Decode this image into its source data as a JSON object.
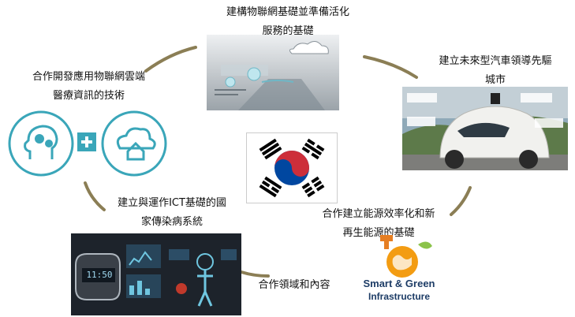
{
  "center": {
    "emblem": "south-korea-flag"
  },
  "top": {
    "line1": "建構物聯網基礎並準備活化",
    "line2": "服務的基礎"
  },
  "right": {
    "line1": "建立未來型汽車領導先驅",
    "line2": "城市"
  },
  "left": {
    "line1": "合作開發應用物聯網雲端",
    "line2": "醫療資訊的技術"
  },
  "left_bottom": {
    "line1": "建立與運作ICT基礎的國",
    "line2": "家傳染病系統"
  },
  "right_bottom": {
    "line1": "合作建立能源效率化和新",
    "line2": "再生能源的基礎"
  },
  "bottom": {
    "label": "合作領域和內容"
  },
  "smart_green": {
    "line1": "Smart & Green",
    "line2": "Infrastructure"
  },
  "device": {
    "clock": "11:50"
  },
  "colors": {
    "ring": "#8b7e55",
    "teal": "#3aa6b9",
    "flag_red": "#cd2e3a",
    "flag_blue": "#0047a0"
  }
}
